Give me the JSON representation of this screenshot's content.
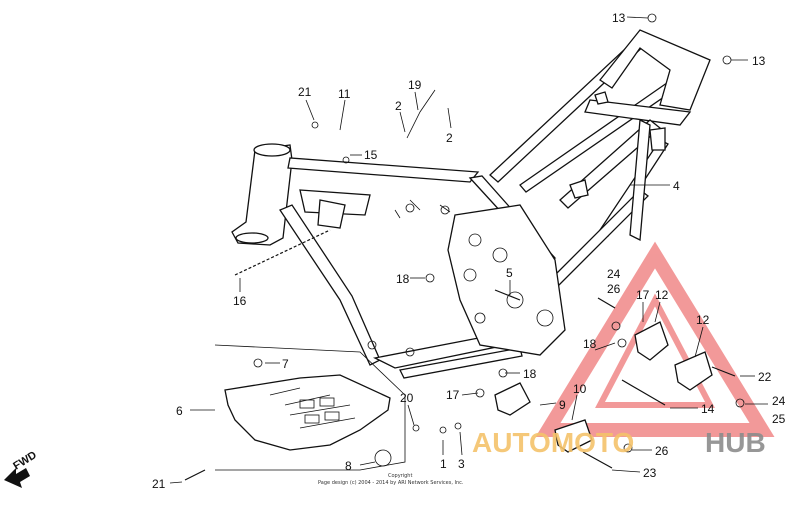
{
  "diagram": {
    "copyright_line1": "Copyright",
    "copyright_line2": "Page design (c) 2004 - 2014 by ARI Network Services, Inc.",
    "fwd_label": "FWD",
    "watermark": {
      "part1": "AUTOMOTO",
      "part2": "HUB",
      "color1": "#f5c36b",
      "color2": "#8c8c8c",
      "triangle_color": "#f08080"
    },
    "callouts": [
      "13",
      "13",
      "21",
      "11",
      "19",
      "2",
      "2",
      "15",
      "4",
      "16",
      "18",
      "5",
      "24",
      "26",
      "17",
      "12",
      "12",
      "7",
      "18",
      "18",
      "22",
      "6",
      "20",
      "17",
      "9",
      "10",
      "14",
      "24",
      "25",
      "1",
      "3",
      "26",
      "8",
      "23",
      "21"
    ]
  }
}
